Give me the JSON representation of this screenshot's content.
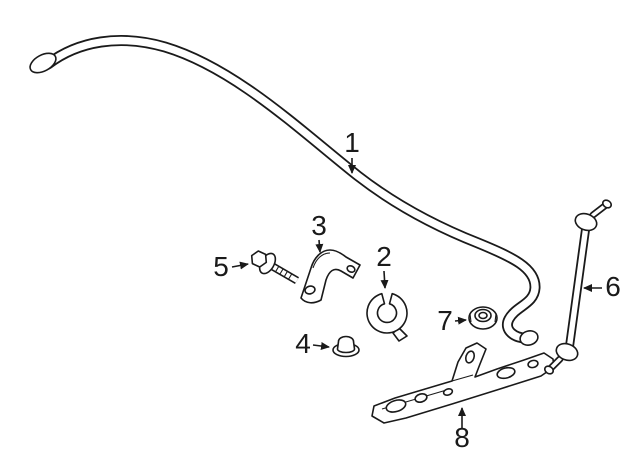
{
  "diagram": {
    "background_color": "#ffffff",
    "line_color": "#1a1a1a",
    "callouts": [
      {
        "number": "1"
      },
      {
        "number": "2"
      },
      {
        "number": "3"
      },
      {
        "number": "4"
      },
      {
        "number": "5"
      },
      {
        "number": "6"
      },
      {
        "number": "7"
      },
      {
        "number": "8"
      }
    ]
  }
}
